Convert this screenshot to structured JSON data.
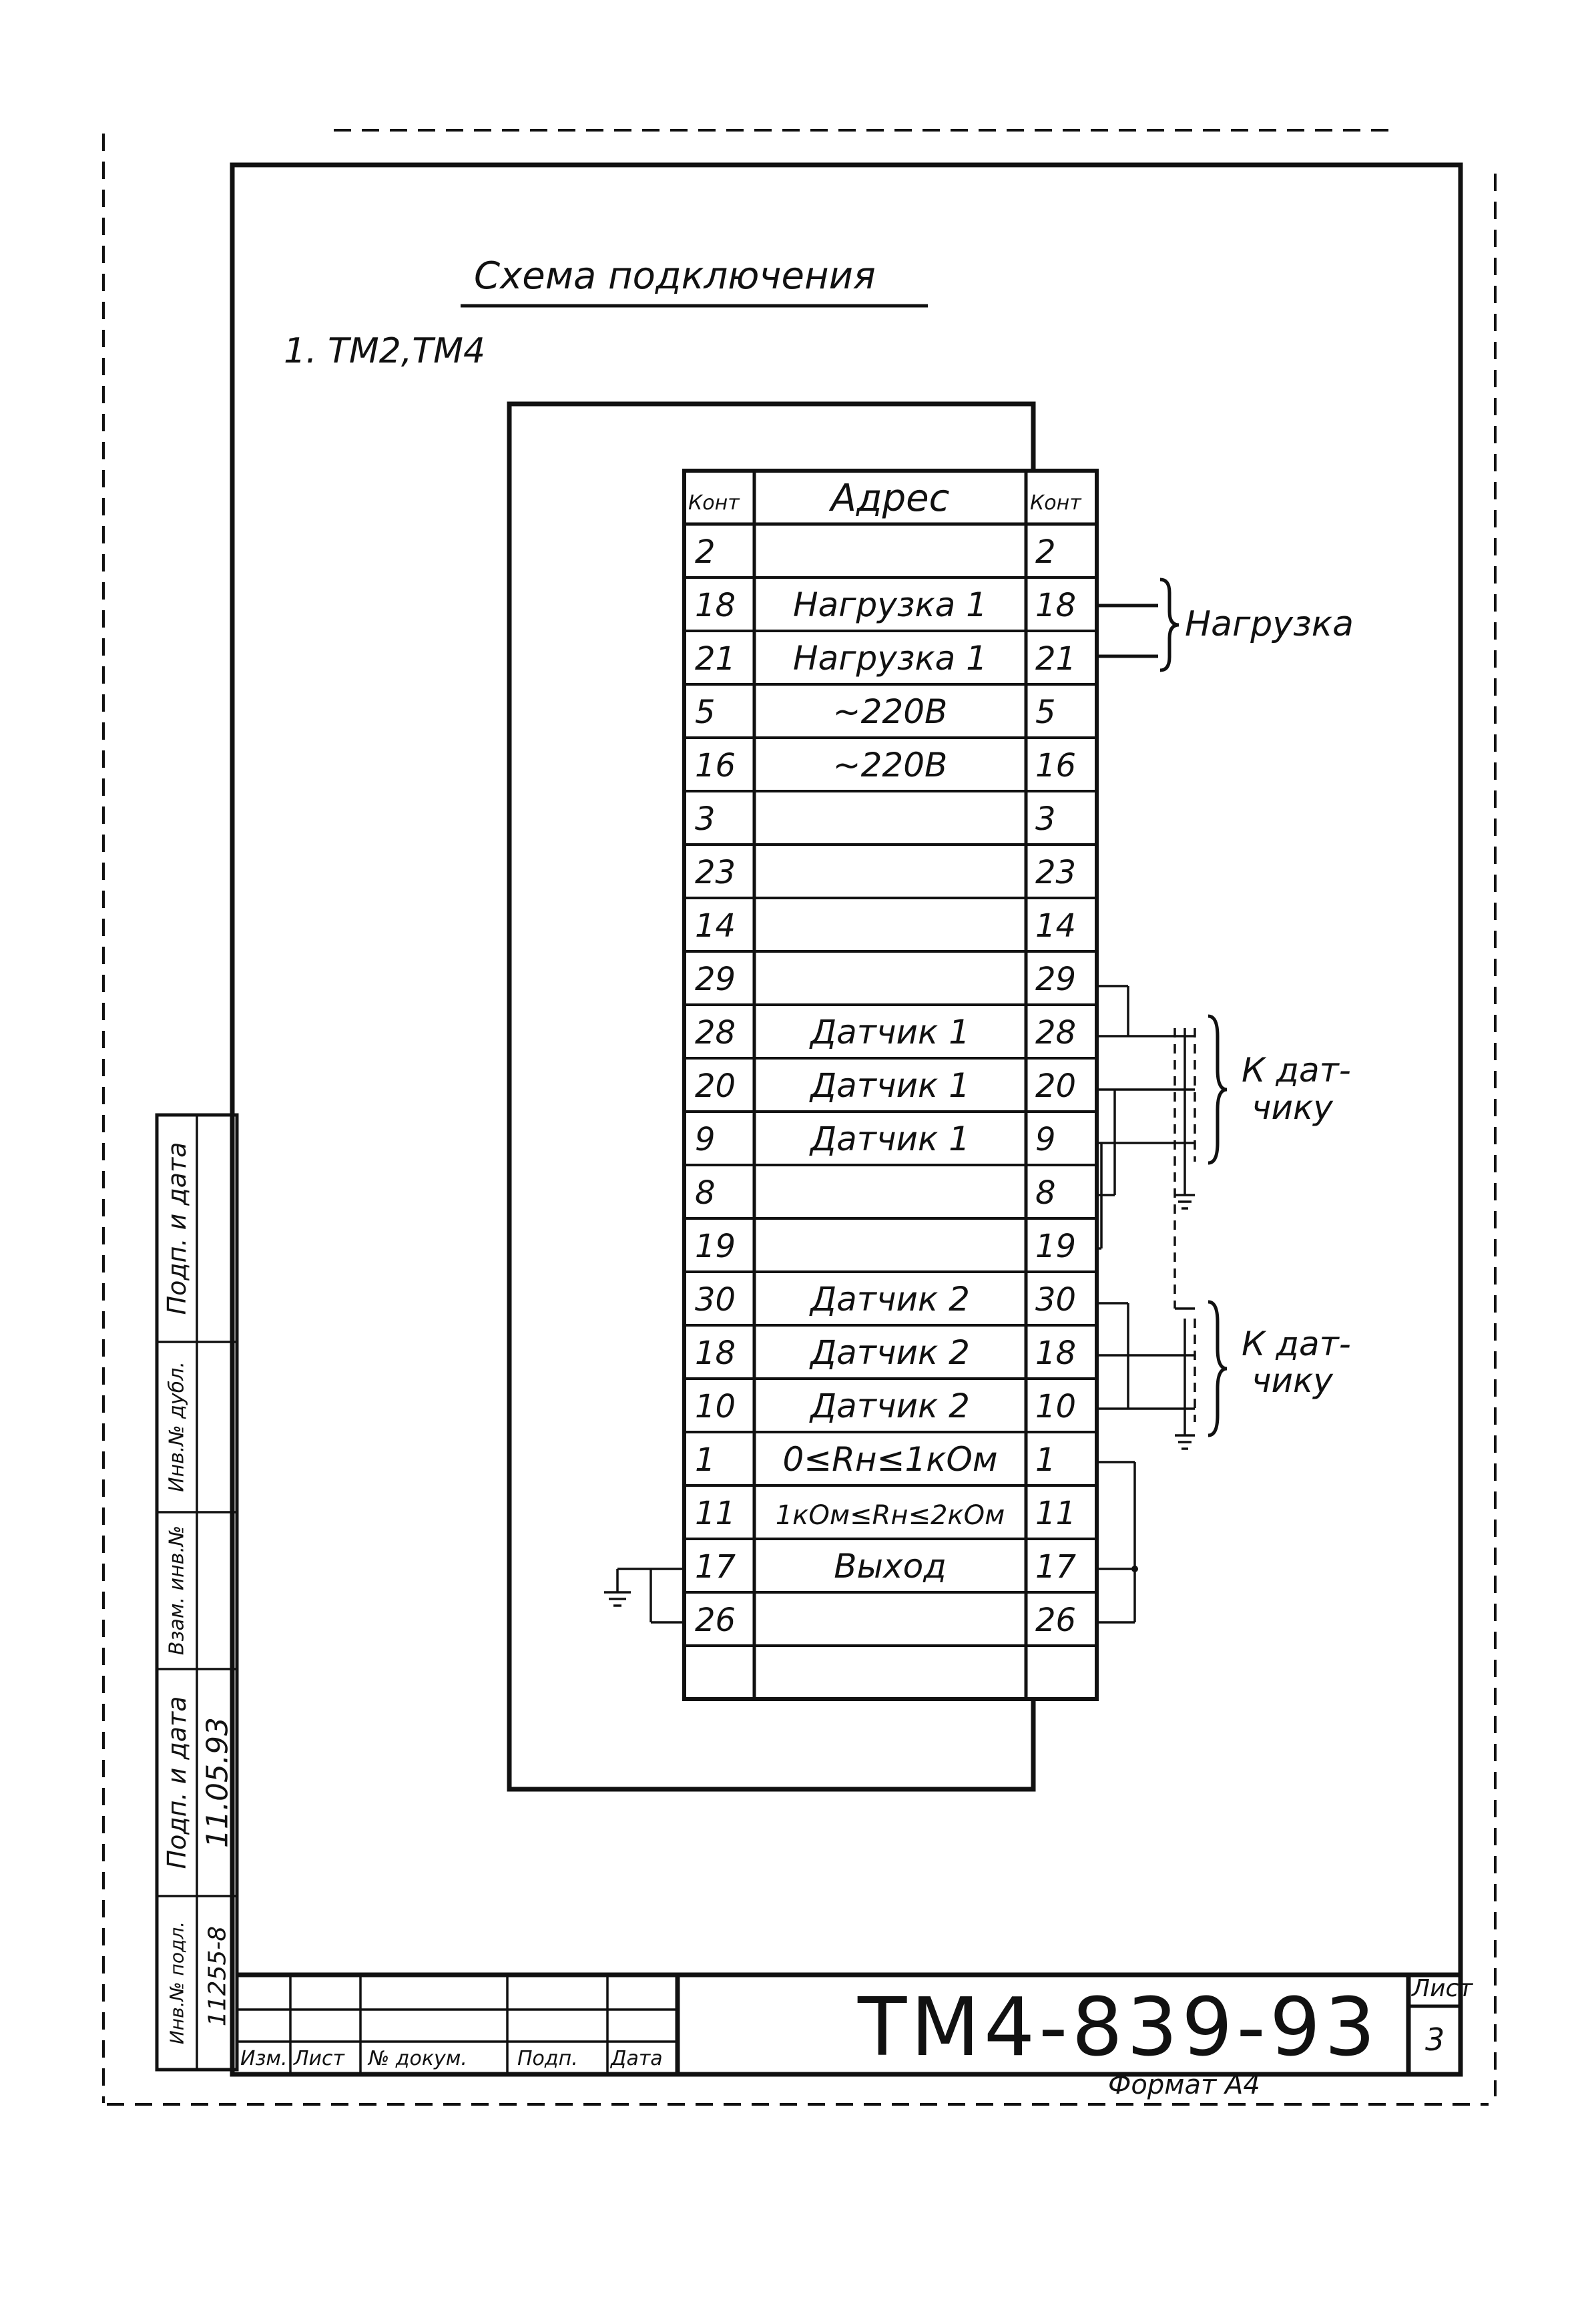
{
  "title": "Схема подключения",
  "subtitle": "1. ТМ2,ТМ4",
  "table": {
    "headers": {
      "left": "Конт",
      "middle": "Адрес",
      "right": "Конт"
    },
    "rows": [
      {
        "left": "2",
        "address": "",
        "right": "2"
      },
      {
        "left": "18",
        "address": "Нагрузка 1",
        "right": "18"
      },
      {
        "left": "21",
        "address": "Нагрузка 1",
        "right": "21"
      },
      {
        "left": "5",
        "address": "~220В",
        "right": "5"
      },
      {
        "left": "16",
        "address": "~220В",
        "right": "16"
      },
      {
        "left": "3",
        "address": "",
        "right": "3"
      },
      {
        "left": "23",
        "address": "",
        "right": "23"
      },
      {
        "left": "14",
        "address": "",
        "right": "14"
      },
      {
        "left": "29",
        "address": "",
        "right": "29"
      },
      {
        "left": "28",
        "address": "Датчик 1",
        "right": "28"
      },
      {
        "left": "20",
        "address": "Датчик 1",
        "right": "20"
      },
      {
        "left": "9",
        "address": "Датчик 1",
        "right": "9"
      },
      {
        "left": "8",
        "address": "",
        "right": "8"
      },
      {
        "left": "19",
        "address": "",
        "right": "19"
      },
      {
        "left": "30",
        "address": "Датчик 2",
        "right": "30"
      },
      {
        "left": "18",
        "address": "Датчик 2",
        "right": "18"
      },
      {
        "left": "10",
        "address": "Датчик 2",
        "right": "10"
      },
      {
        "left": "1",
        "address": "0≤Rн≤1кОм",
        "right": "1"
      },
      {
        "left": "11",
        "address": "1кОм≤Rн≤2кОм",
        "right": "11"
      },
      {
        "left": "17",
        "address": "Выход",
        "right": "17"
      },
      {
        "left": "26",
        "address": "",
        "right": "26"
      },
      {
        "left": "",
        "address": "",
        "right": ""
      }
    ]
  },
  "labels": {
    "load": "Нагрузка",
    "sensor1_line1": "К дат-",
    "sensor1_line2": "чику",
    "sensor2_line1": "К дат-",
    "sensor2_line2": "чику"
  },
  "side_stamp": [
    "Подп. и дата",
    "Инв.№ дубл.",
    "Взам. инв.№",
    "Подп. и дата",
    "Инв.№ подл."
  ],
  "side_handwritten": {
    "date": "11.05.93",
    "inv": "11255-8"
  },
  "title_block": {
    "cols": [
      "Изм.",
      "Лист",
      "№ докум.",
      "Подп.",
      "Дата"
    ],
    "doc_number": "ТМ4-839-93",
    "sheet_label": "Лист",
    "sheet_number": "3"
  },
  "format_label": "Формат А4"
}
